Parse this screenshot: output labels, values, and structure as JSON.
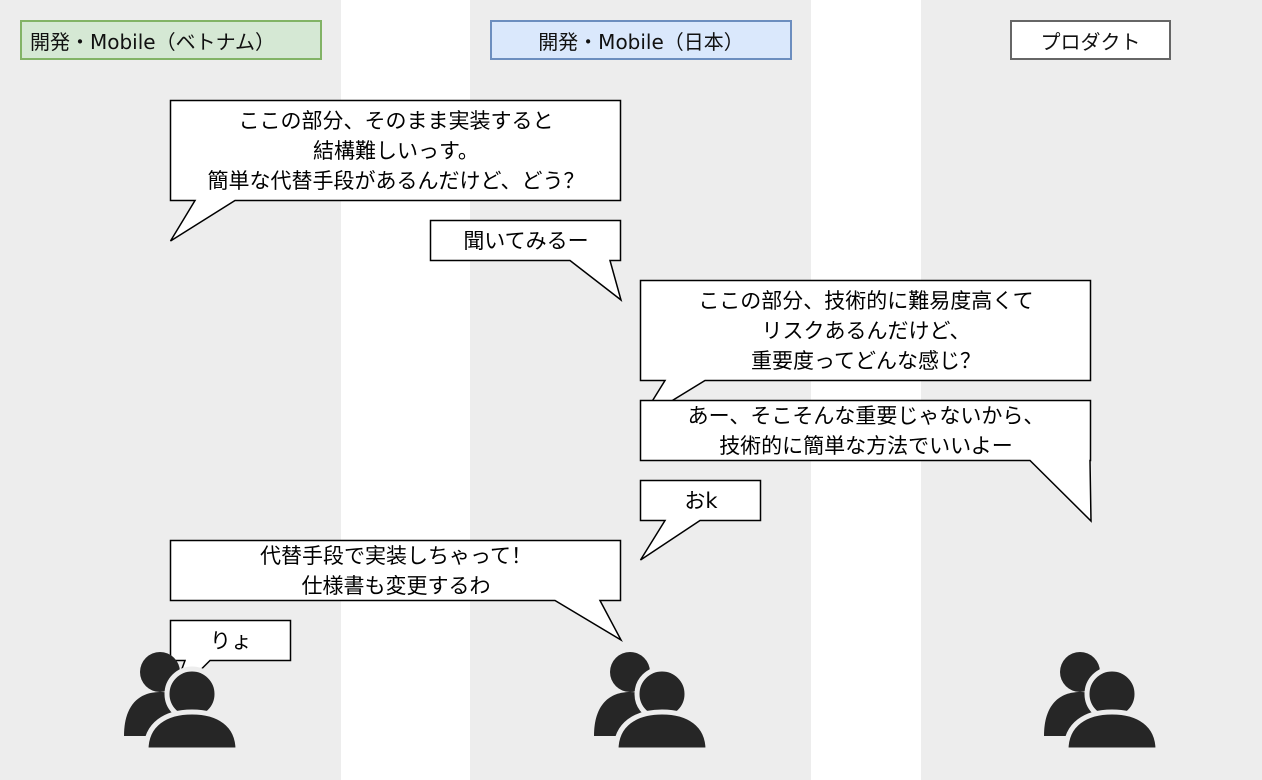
{
  "lanes": {
    "vietnam": {
      "title": "開発・Mobile（ベトナム）",
      "fill": "#d5e8d4",
      "stroke": "#82b366"
    },
    "japan": {
      "title": "開発・Mobile（日本）",
      "fill": "#dae8fc",
      "stroke": "#6c8ebf"
    },
    "product": {
      "title": "プロダクト",
      "fill": "#ffffff",
      "stroke": "#666666"
    }
  },
  "bubbles": [
    {
      "id": "b1",
      "speaker": "vietnam",
      "text": "ここの部分、そのまま実装すると\n結構難しいっす。\n簡単な代替手段があるんだけど、どう？"
    },
    {
      "id": "b2",
      "speaker": "japan",
      "text": "聞いてみるー"
    },
    {
      "id": "b3",
      "speaker": "japan",
      "text": "ここの部分、技術的に難易度高くて\nリスクあるんだけど、\n重要度ってどんな感じ？"
    },
    {
      "id": "b4",
      "speaker": "product",
      "text": "あー、そこそんな重要じゃないから、\n技術的に簡単な方法でいいよー"
    },
    {
      "id": "b5",
      "speaker": "japan",
      "text": "おk"
    },
    {
      "id": "b6",
      "speaker": "japan",
      "text": "代替手段で実装しちゃって！\n仕様書も変更するわ"
    },
    {
      "id": "b7",
      "speaker": "vietnam",
      "text": "りょ"
    }
  ],
  "icons": {
    "users_icon": "users-icon",
    "icon_color": "#262626"
  }
}
